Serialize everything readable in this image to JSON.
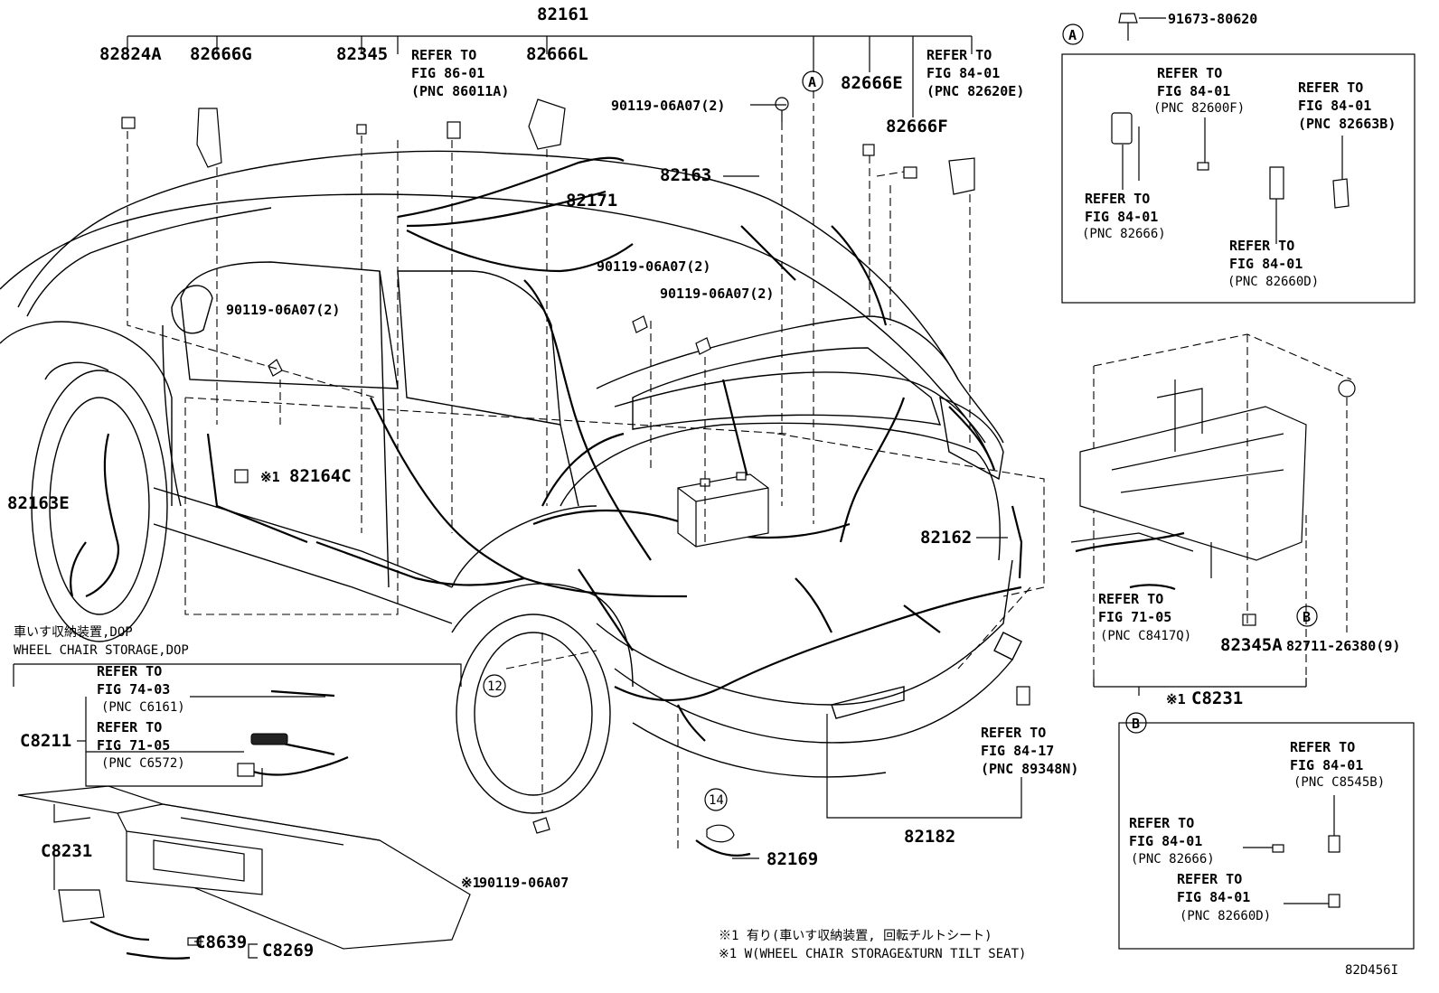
{
  "diagram": {
    "part_numbers": {
      "p82161": "82161",
      "p82824A": "82824A",
      "p82666G": "82666G",
      "p82345": "82345",
      "p82666L": "82666L",
      "p82666E": "82666E",
      "p82666F": "82666F",
      "p82163": "82163",
      "p82171": "82171",
      "p82164C": "82164C",
      "p82163E": "82163E",
      "p82162": "82162",
      "p82345A": "82345A",
      "p82711": "82711-26380(9)",
      "p91673": "91673-80620",
      "p82182": "82182",
      "p82169": "82169",
      "pC8211": "C8211",
      "pC8231a": "C8231",
      "pC8231b": "C8231",
      "pC8639": "C8639",
      "pC8269": "C8269"
    },
    "bolts": {
      "b1": "90119-06A07(2)",
      "b2": "90119-06A07(2)",
      "b3": "90119-06A07(2)",
      "b4": "90119-06A07(2)",
      "b5": "90119-06A07"
    },
    "refs": {
      "r1": [
        "REFER TO",
        "FIG 86-01",
        "(PNC 86011A)"
      ],
      "r2": [
        "REFER TO",
        "FIG 84-01",
        "(PNC 82620E)"
      ],
      "r3": [
        "REFER TO",
        "FIG 84-01",
        "(PNC 82600F)"
      ],
      "r4": [
        "REFER TO",
        "FIG 84-01",
        "(PNC 82663B)"
      ],
      "r5": [
        "REFER TO",
        "FIG 84-01",
        "(PNC 82666)"
      ],
      "r6": [
        "REFER TO",
        "FIG 84-01",
        "(PNC 82660D)"
      ],
      "r7": [
        "REFER TO",
        "FIG 71-05",
        "(PNC C8417Q)"
      ],
      "r8": [
        "REFER TO",
        "FIG 84-17",
        "(PNC 89348N)"
      ],
      "r9": [
        "REFER TO",
        "FIG 74-03",
        "(PNC C6161)"
      ],
      "r10": [
        "REFER TO",
        "FIG 71-05",
        "(PNC C6572)"
      ],
      "r11": [
        "REFER TO",
        "FIG 84-01",
        "(PNC C8545B)"
      ],
      "r12": [
        "REFER TO",
        "FIG 84-01",
        "(PNC 82666)"
      ],
      "r13": [
        "REFER TO",
        "FIG 84-01",
        "(PNC 82660D)"
      ]
    },
    "circles": {
      "A": "A",
      "B": "B",
      "c12": "12",
      "c14": "14"
    },
    "marker": "※1",
    "wheelchair_jp": "車いす収納装置,DOP",
    "wheelchair_en": "WHEEL CHAIR STORAGE,DOP",
    "note_jp": "※1 有り(車いす収納装置, 回転チルトシート)",
    "note_en": "※1 W(WHEEL CHAIR STORAGE&TURN TILT SEAT)",
    "code": "82D456I"
  }
}
